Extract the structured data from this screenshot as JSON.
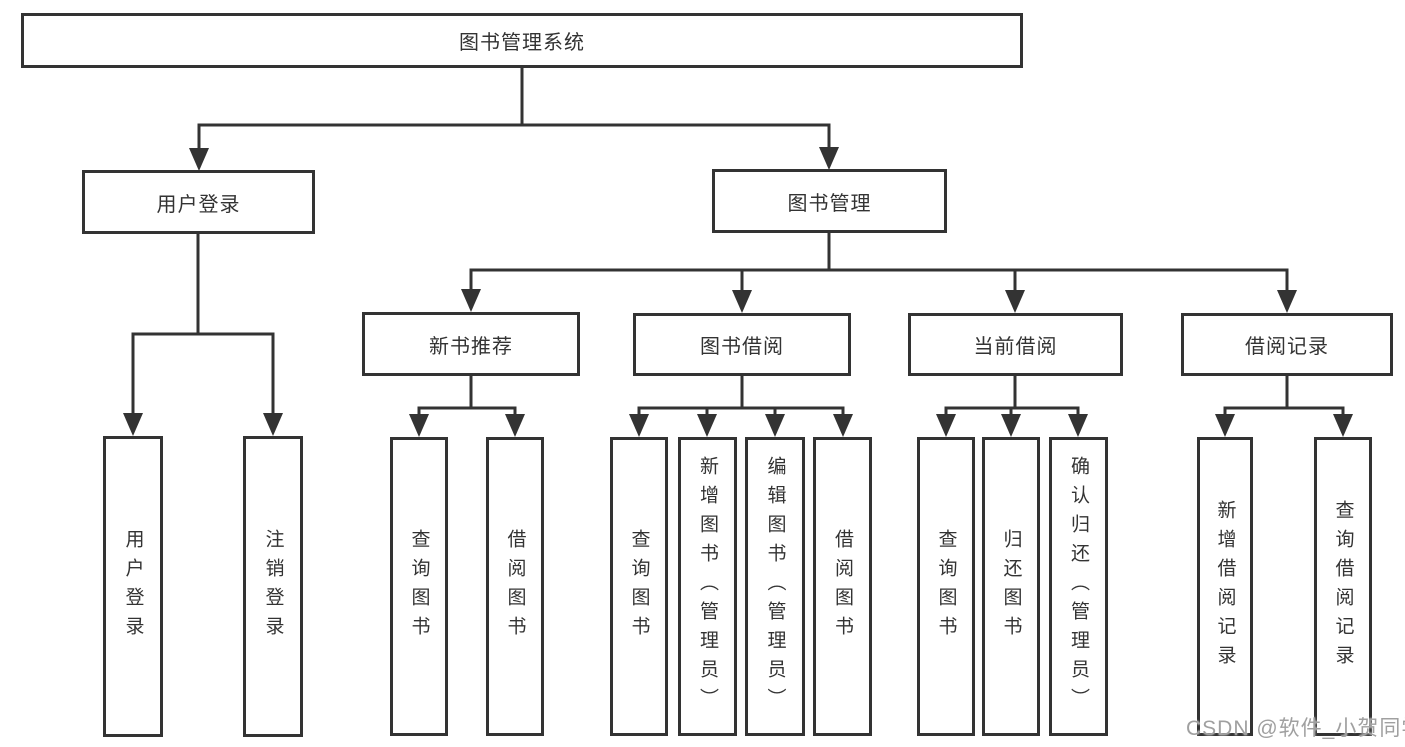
{
  "root_label": "图书管理系统",
  "user_login": {
    "label": "用户登录",
    "children": [
      "用户登录",
      "注销登录"
    ]
  },
  "book_management": {
    "label": "图书管理"
  },
  "sections": [
    {
      "label": "新书推荐",
      "children": [
        "查询图书",
        "借阅图书"
      ]
    },
    {
      "label": "图书借阅",
      "children": [
        "查询图书",
        "新增图书（管理员）",
        "编辑图书（管理员）",
        "借阅图书"
      ]
    },
    {
      "label": "当前借阅",
      "children": [
        "查询图书",
        "归还图书",
        "确认归还（管理员）"
      ]
    },
    {
      "label": "借阅记录",
      "children": [
        "新增借阅记录",
        "查询借阅记录"
      ]
    }
  ],
  "watermark": "CSDN @软件_小贺同学",
  "colors": {
    "line": "#333333",
    "text": "#333333",
    "box_background": "#ffffff",
    "watermark": "#a0a0a0",
    "background": "#ffffff"
  }
}
